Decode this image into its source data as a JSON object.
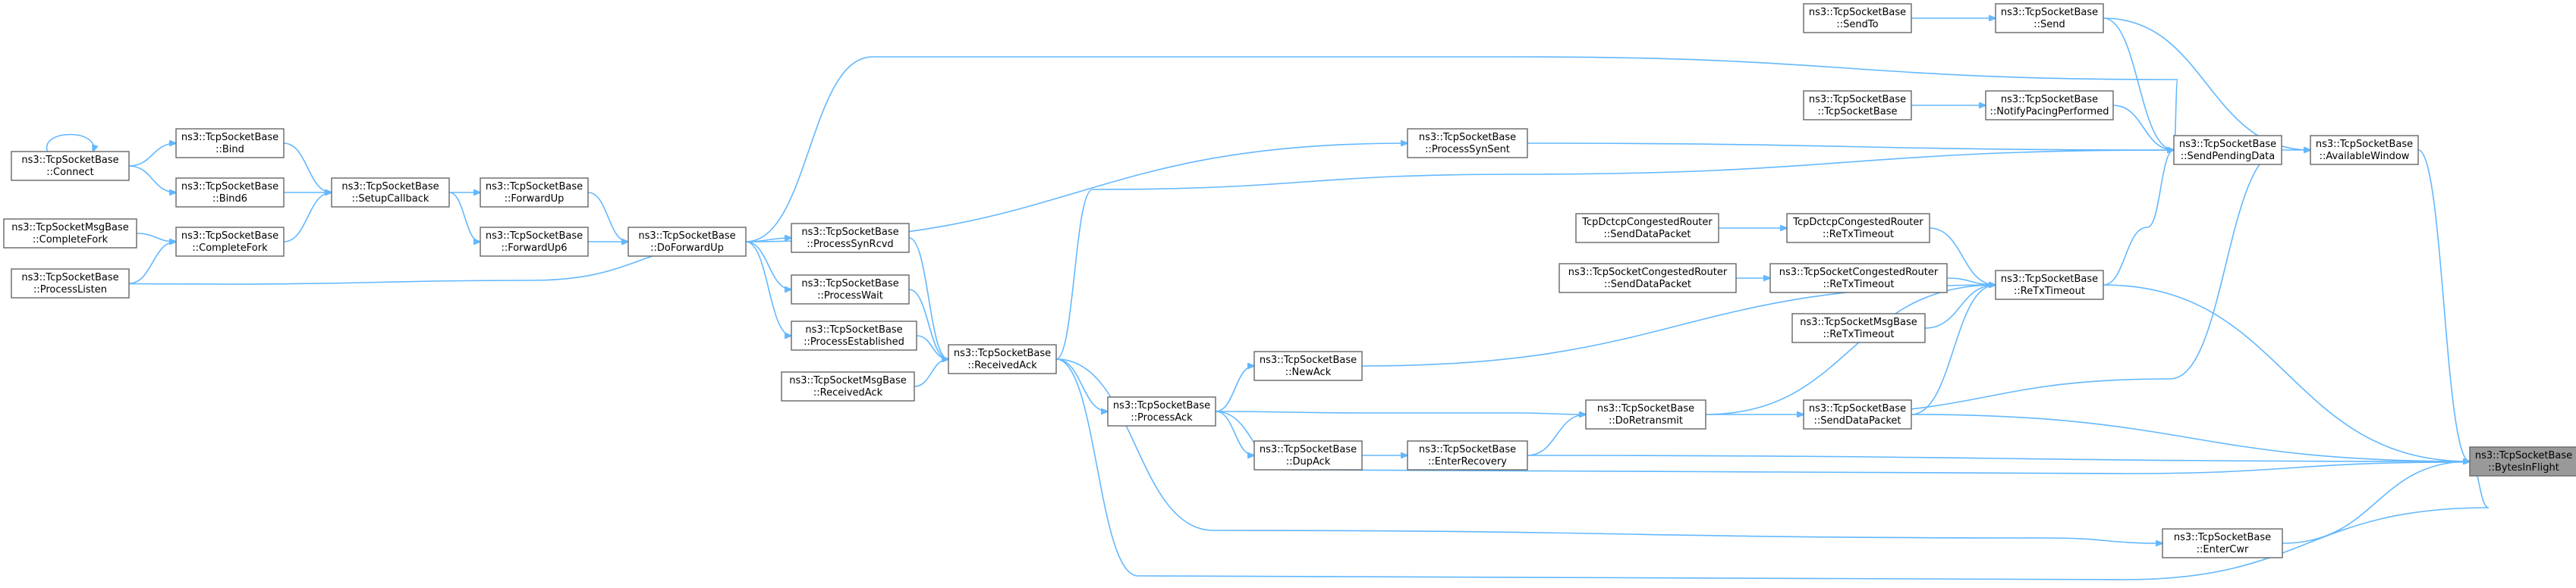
{
  "diagram": {
    "colors": {
      "edge": "#63b8ff",
      "node_border": "#666666",
      "node_fill": "#ffffff",
      "root_fill": "#999999"
    },
    "nodes": [
      {
        "id": "bytesinflight",
        "lines": [
          "ns3::TcpSocketBase",
          "::BytesInFlight"
        ],
        "root": true
      },
      {
        "id": "availablewindow",
        "lines": [
          "ns3::TcpSocketBase",
          "::AvailableWindow"
        ]
      },
      {
        "id": "send",
        "lines": [
          "ns3::TcpSocketBase",
          "::Send"
        ]
      },
      {
        "id": "sendto",
        "lines": [
          "ns3::TcpSocketBase",
          "::SendTo"
        ]
      },
      {
        "id": "sendpendingdata",
        "lines": [
          "ns3::TcpSocketBase",
          "::SendPendingData"
        ]
      },
      {
        "id": "notifypacing",
        "lines": [
          "ns3::TcpSocketBase",
          "::NotifyPacingPerformed"
        ]
      },
      {
        "id": "tcpsocketbase-ctor",
        "lines": [
          "ns3::TcpSocketBase",
          "::TcpSocketBase"
        ]
      },
      {
        "id": "processsynsent",
        "lines": [
          "ns3::TcpSocketBase",
          "::ProcessSynSent"
        ]
      },
      {
        "id": "retxtimeout",
        "lines": [
          "ns3::TcpSocketBase",
          "::ReTxTimeout"
        ]
      },
      {
        "id": "dctcp-retx",
        "lines": [
          "TcpDctcpCongestedRouter",
          "::ReTxTimeout"
        ]
      },
      {
        "id": "dctcp-send",
        "lines": [
          "TcpDctcpCongestedRouter",
          "::SendDataPacket"
        ]
      },
      {
        "id": "congested-retx",
        "lines": [
          "ns3::TcpSocketCongestedRouter",
          "::ReTxTimeout"
        ]
      },
      {
        "id": "congested-send",
        "lines": [
          "ns3::TcpSocketCongestedRouter",
          "::SendDataPacket"
        ]
      },
      {
        "id": "msgbase-retx",
        "lines": [
          "ns3::TcpSocketMsgBase",
          "::ReTxTimeout"
        ]
      },
      {
        "id": "senddatapacket",
        "lines": [
          "ns3::TcpSocketBase",
          "::SendDataPacket"
        ]
      },
      {
        "id": "doretransmit",
        "lines": [
          "ns3::TcpSocketBase",
          "::DoRetransmit"
        ]
      },
      {
        "id": "enterrecovery",
        "lines": [
          "ns3::TcpSocketBase",
          "::EnterRecovery"
        ]
      },
      {
        "id": "dupack",
        "lines": [
          "ns3::TcpSocketBase",
          "::DupAck"
        ]
      },
      {
        "id": "newack",
        "lines": [
          "ns3::TcpSocketBase",
          "::NewAck"
        ]
      },
      {
        "id": "processack",
        "lines": [
          "ns3::TcpSocketBase",
          "::ProcessAck"
        ]
      },
      {
        "id": "receivedack",
        "lines": [
          "ns3::TcpSocketBase",
          "::ReceivedAck"
        ]
      },
      {
        "id": "msgbase-receivedack",
        "lines": [
          "ns3::TcpSocketMsgBase",
          "::ReceivedAck"
        ]
      },
      {
        "id": "processsynrcvd",
        "lines": [
          "ns3::TcpSocketBase",
          "::ProcessSynRcvd"
        ]
      },
      {
        "id": "processwait",
        "lines": [
          "ns3::TcpSocketBase",
          "::ProcessWait"
        ]
      },
      {
        "id": "processestablished",
        "lines": [
          "ns3::TcpSocketBase",
          "::ProcessEstablished"
        ]
      },
      {
        "id": "doforwardup",
        "lines": [
          "ns3::TcpSocketBase",
          "::DoForwardUp"
        ]
      },
      {
        "id": "forwardup",
        "lines": [
          "ns3::TcpSocketBase",
          "::ForwardUp"
        ]
      },
      {
        "id": "forwardup6",
        "lines": [
          "ns3::TcpSocketBase",
          "::ForwardUp6"
        ]
      },
      {
        "id": "setupcallback",
        "lines": [
          "ns3::TcpSocketBase",
          "::SetupCallback"
        ]
      },
      {
        "id": "bind",
        "lines": [
          "ns3::TcpSocketBase",
          "::Bind"
        ]
      },
      {
        "id": "bind6",
        "lines": [
          "ns3::TcpSocketBase",
          "::Bind6"
        ]
      },
      {
        "id": "completefork",
        "lines": [
          "ns3::TcpSocketBase",
          "::CompleteFork"
        ]
      },
      {
        "id": "connect",
        "lines": [
          "ns3::TcpSocketBase",
          "::Connect"
        ]
      },
      {
        "id": "msgbase-completefork",
        "lines": [
          "ns3::TcpSocketMsgBase",
          "::CompleteFork"
        ]
      },
      {
        "id": "processlisten",
        "lines": [
          "ns3::TcpSocketBase",
          "::ProcessListen"
        ]
      },
      {
        "id": "entercwr",
        "lines": [
          "ns3::TcpSocketBase",
          "::EnterCwr"
        ]
      }
    ],
    "edges": [
      {
        "from": "availablewindow",
        "to": "bytesinflight"
      },
      {
        "from": "retxtimeout",
        "to": "bytesinflight"
      },
      {
        "from": "senddatapacket",
        "to": "bytesinflight"
      },
      {
        "from": "enterrecovery",
        "to": "bytesinflight"
      },
      {
        "from": "processack",
        "to": "bytesinflight"
      },
      {
        "from": "entercwr",
        "to": "bytesinflight"
      },
      {
        "from": "receivedack",
        "to": "bytesinflight"
      },
      {
        "from": "send",
        "to": "availablewindow"
      },
      {
        "from": "sendpendingdata",
        "to": "availablewindow"
      },
      {
        "from": "sendto",
        "to": "send"
      },
      {
        "from": "send",
        "to": "sendpendingdata"
      },
      {
        "from": "notifypacing",
        "to": "sendpendingdata"
      },
      {
        "from": "tcpsocketbase-ctor",
        "to": "notifypacing"
      },
      {
        "from": "processsynsent",
        "to": "sendpendingdata"
      },
      {
        "from": "doforwardup",
        "to": "sendpendingdata"
      },
      {
        "from": "receivedack",
        "to": "sendpendingdata"
      },
      {
        "from": "retxtimeout",
        "to": "sendpendingdata"
      },
      {
        "from": "sendpendingdata",
        "to": "senddatapacket"
      },
      {
        "from": "doforwardup",
        "to": "processsynsent"
      },
      {
        "from": "dctcp-send",
        "to": "dctcp-retx"
      },
      {
        "from": "dctcp-retx",
        "to": "retxtimeout"
      },
      {
        "from": "congested-send",
        "to": "congested-retx"
      },
      {
        "from": "congested-retx",
        "to": "retxtimeout"
      },
      {
        "from": "msgbase-retx",
        "to": "retxtimeout"
      },
      {
        "from": "newack",
        "to": "retxtimeout"
      },
      {
        "from": "senddatapacket",
        "to": "retxtimeout"
      },
      {
        "from": "doretransmit",
        "to": "retxtimeout"
      },
      {
        "from": "doretransmit",
        "to": "senddatapacket"
      },
      {
        "from": "enterrecovery",
        "to": "doretransmit"
      },
      {
        "from": "processack",
        "to": "doretransmit"
      },
      {
        "from": "dupack",
        "to": "enterrecovery"
      },
      {
        "from": "processack",
        "to": "dupack"
      },
      {
        "from": "processack",
        "to": "newack"
      },
      {
        "from": "receivedack",
        "to": "processack"
      },
      {
        "from": "receivedack",
        "to": "entercwr"
      },
      {
        "from": "msgbase-receivedack",
        "to": "receivedack"
      },
      {
        "from": "processsynrcvd",
        "to": "receivedack"
      },
      {
        "from": "processwait",
        "to": "receivedack"
      },
      {
        "from": "processestablished",
        "to": "receivedack"
      },
      {
        "from": "doforwardup",
        "to": "processsynrcvd"
      },
      {
        "from": "doforwardup",
        "to": "processwait"
      },
      {
        "from": "doforwardup",
        "to": "processestablished"
      },
      {
        "from": "forwardup",
        "to": "doforwardup"
      },
      {
        "from": "forwardup6",
        "to": "doforwardup"
      },
      {
        "from": "setupcallback",
        "to": "forwardup"
      },
      {
        "from": "setupcallback",
        "to": "forwardup6"
      },
      {
        "from": "bind",
        "to": "setupcallback"
      },
      {
        "from": "bind6",
        "to": "setupcallback"
      },
      {
        "from": "completefork",
        "to": "setupcallback"
      },
      {
        "from": "connect",
        "to": "bind"
      },
      {
        "from": "connect",
        "to": "bind6"
      },
      {
        "from": "connect",
        "to": "connect"
      },
      {
        "from": "msgbase-completefork",
        "to": "completefork"
      },
      {
        "from": "processlisten",
        "to": "completefork"
      },
      {
        "from": "doforwardup",
        "to": "processlisten"
      }
    ]
  }
}
